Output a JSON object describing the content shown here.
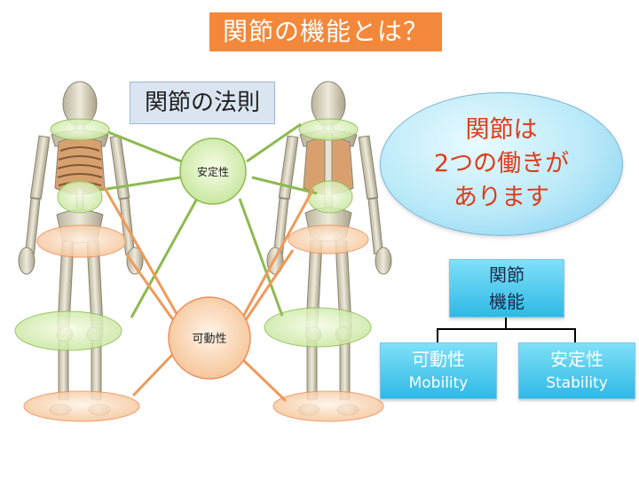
{
  "title": "関節の機能とは？",
  "law_label": "関節の法則",
  "hub_stability": "安定性",
  "hub_mobility": "可動性",
  "callout": {
    "line1": "関節は",
    "line2": "2つの働きが",
    "line3": "あります"
  },
  "tree": {
    "root_line1": "関節",
    "root_line2": "機能",
    "left_jp": "可動性",
    "left_en": "Mobility",
    "right_jp": "安定性",
    "right_en": "Stability"
  },
  "colors": {
    "title_bg": "#f3883a",
    "stability": "#8dba4f",
    "mobility": "#ef9a5a",
    "callout_text": "#e03b1a"
  }
}
